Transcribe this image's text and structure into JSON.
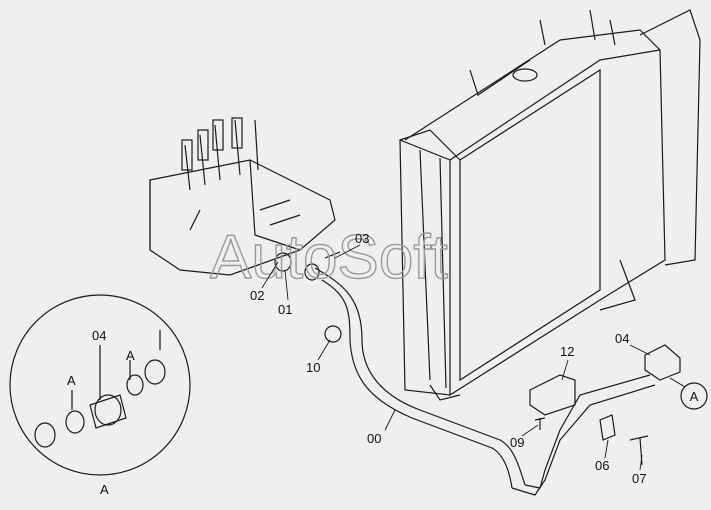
{
  "watermark": "AutoSoft",
  "labels": {
    "p00": "00",
    "p01": "01",
    "p02": "02",
    "p03": "03",
    "p04": "04",
    "p06": "06",
    "p07": "07",
    "p09": "09",
    "p10": "10",
    "p12": "12"
  },
  "detail": {
    "marker": "A",
    "part_label": "04",
    "sub_a1": "A",
    "sub_a2": "A",
    "caption": "A"
  },
  "callout": "A",
  "colors": {
    "background": "#efefef",
    "line": "#1a1a1a",
    "watermark": "#9a9a9a"
  }
}
